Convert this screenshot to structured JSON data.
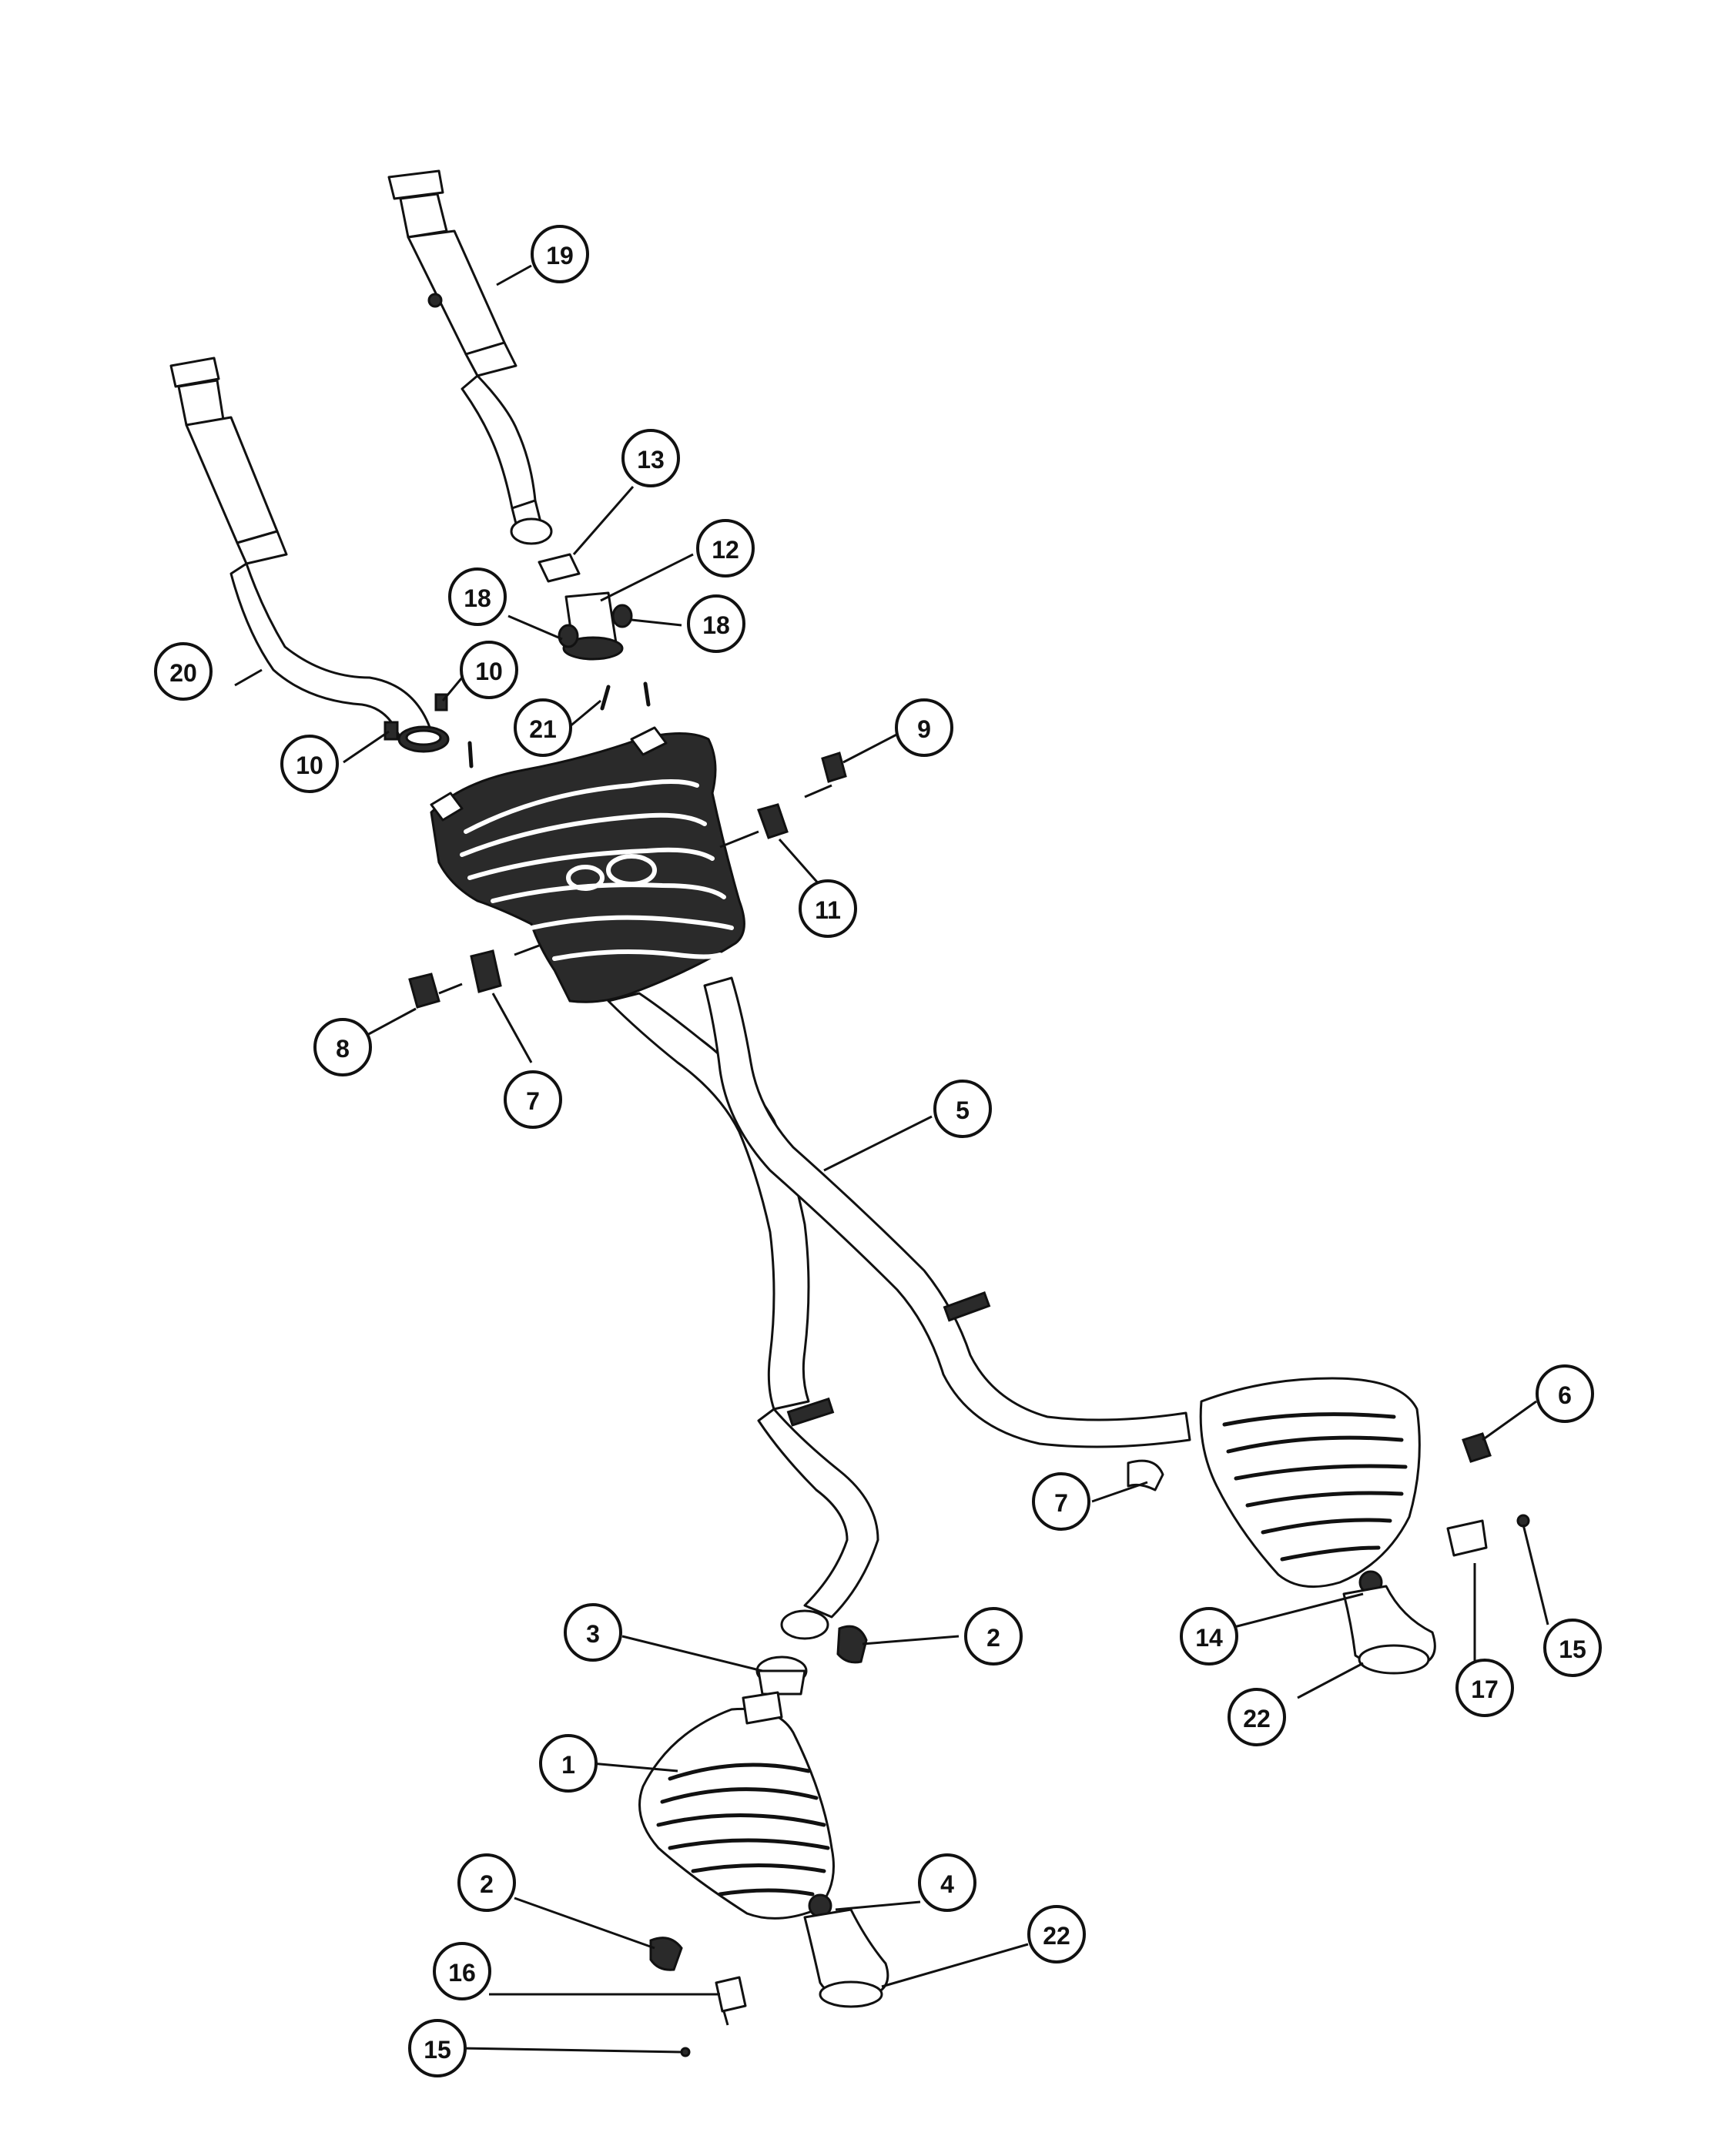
{
  "callouts": [
    {
      "id": "c19",
      "label": "19"
    },
    {
      "id": "c13",
      "label": "13"
    },
    {
      "id": "c12",
      "label": "12"
    },
    {
      "id": "c18a",
      "label": "18"
    },
    {
      "id": "c18b",
      "label": "18"
    },
    {
      "id": "c20",
      "label": "20"
    },
    {
      "id": "c10a",
      "label": "10"
    },
    {
      "id": "c10b",
      "label": "10"
    },
    {
      "id": "c21",
      "label": "21"
    },
    {
      "id": "c9",
      "label": "9"
    },
    {
      "id": "c11",
      "label": "11"
    },
    {
      "id": "c8",
      "label": "8"
    },
    {
      "id": "c7a",
      "label": "7"
    },
    {
      "id": "c5",
      "label": "5"
    },
    {
      "id": "c6",
      "label": "6"
    },
    {
      "id": "c7b",
      "label": "7"
    },
    {
      "id": "c15a",
      "label": "15"
    },
    {
      "id": "c14",
      "label": "14"
    },
    {
      "id": "c17",
      "label": "17"
    },
    {
      "id": "c22a",
      "label": "22"
    },
    {
      "id": "c3",
      "label": "3"
    },
    {
      "id": "c2a",
      "label": "2"
    },
    {
      "id": "c1",
      "label": "1"
    },
    {
      "id": "c2b",
      "label": "2"
    },
    {
      "id": "c4",
      "label": "4"
    },
    {
      "id": "c22b",
      "label": "22"
    },
    {
      "id": "c16",
      "label": "16"
    },
    {
      "id": "c15b",
      "label": "15"
    }
  ]
}
